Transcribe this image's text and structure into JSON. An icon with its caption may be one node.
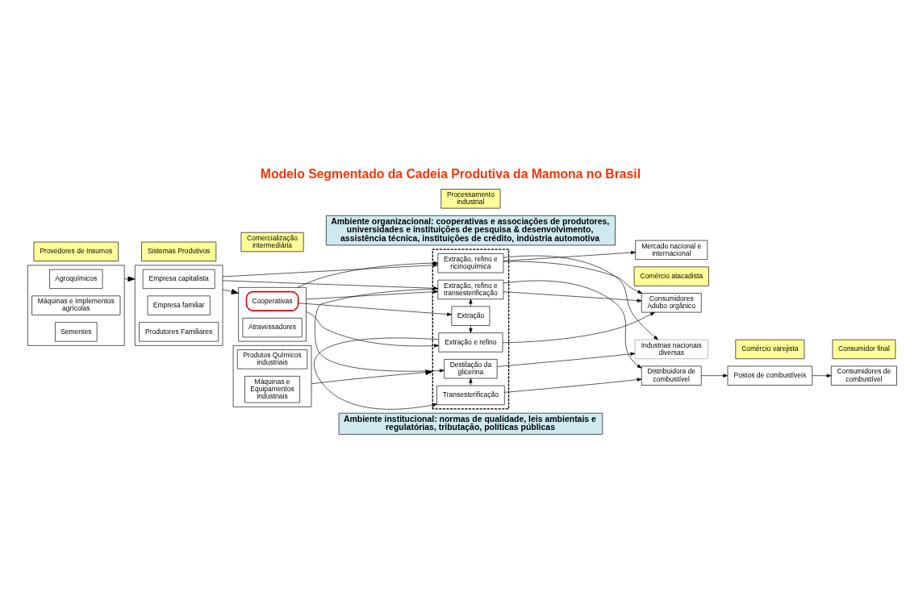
{
  "diagram": {
    "title": "Modelo Segmentado da Cadeia Produtiva da Mamona no Brasil",
    "nodes": [
      {
        "text": [
          "Ambiente organizacional: cooperativas e associações de produtores, universidades e instituições de pesquisa & desenvolvimento, assistência técnica, instituições de crédito, indústria automotiva"
        ]
      },
      {
        "text": [
          "Provedores de Insumos"
        ]
      },
      {
        "text": [
          "Sistemas Produtivos"
        ]
      },
      {
        "text": [
          "Comercialização intermediária"
        ]
      },
      {
        "text": [
          "Processamento industrial"
        ]
      },
      {
        "text": [
          "Comércio atacadista"
        ]
      },
      {
        "text": [
          "Comércio varejista"
        ]
      },
      {
        "text": [
          "Consumidor final"
        ]
      },
      {
        "text": [],
        "shape": "box"
      },
      {
        "text": [
          "Sementes"
        ],
        "in": 8
      },
      {
        "text": [
          "Máquinas e Implementos agrícolas"
        ],
        "in": 8
      },
      {
        "text": [
          "Agroquímicos"
        ],
        "in": 8
      },
      {
        "text": [],
        "shape": "box"
      },
      {
        "text": [
          "Produtores Familiares"
        ],
        "in": 12
      },
      {
        "text": [
          "Empresa familiar"
        ],
        "in": 12
      },
      {
        "text": [
          "Empresa capitalista"
        ],
        "in": 12
      },
      {
        "text": [],
        "shape": "box"
      },
      {
        "text": [
          "Atravessadores"
        ],
        "in": 16
      },
      {
        "text": [
          "Cooperativas"
        ],
        "in": 16
      },
      {
        "text": [],
        "shape": "box"
      },
      {
        "text": [
          "Extração, refino e ricinoquímica"
        ],
        "in": 19
      },
      {
        "text": [
          "Extração e refino"
        ],
        "in": 19
      },
      {
        "text": [
          "Extração"
        ],
        "in": 19
      },
      {
        "text": [
          "Transesterificação"
        ],
        "in": 19
      },
      {
        "text": [
          "Extração, refino e transesterificação"
        ],
        "in": 19
      },
      {
        "text": [
          "Destilação da glicerina"
        ],
        "in": 19
      },
      {
        "text": [
          "Mercado nacional e internacional"
        ]
      },
      {
        "text": [
          "Industrias nacionais diversas"
        ]
      },
      {
        "text": [
          "Consumidores",
          "Adubo orgânico"
        ]
      },
      {
        "text": [
          "Distribuidora de combustível"
        ]
      },
      {
        "text": [
          "Postos de combustíveis"
        ]
      },
      {
        "text": [
          "Consumidores de combustível"
        ]
      },
      {
        "text": [],
        "shape": "box"
      },
      {
        "text": [
          "Produtos Químicos industriais"
        ],
        "in": 32
      },
      {
        "text": [
          "Máquinas e Equipamentos industriais"
        ],
        "in": 32
      },
      {
        "text": [
          "Ambiente institucional: normas de qualidade, leis ambientais e regulatórias, tributação, políticas públicas"
        ]
      }
    ],
    "edges": [
      {
        "from": 8,
        "to": 12,
        "arrow": "to"
      },
      {
        "from": 12,
        "to": 20,
        "arrow": "to"
      },
      {
        "from": 12,
        "to": 16,
        "arrow": "to"
      },
      {
        "from": 16,
        "to": 20,
        "arrow": "to"
      },
      {
        "from": 16,
        "to": 21,
        "arrow": "to"
      },
      {
        "from": 18,
        "to": 22,
        "arrow": "to"
      },
      {
        "from": 16,
        "to": 24,
        "arrow": "to"
      },
      {
        "from": 12,
        "to": 24,
        "arrow": "to"
      },
      {
        "from": 22,
        "to": 21,
        "arrow": "to"
      },
      {
        "from": 21,
        "to": 23,
        "arrow": "to"
      },
      {
        "from": 23,
        "to": 25,
        "arrow": "to"
      },
      {
        "from": 22,
        "to": 24,
        "arrow": "to"
      },
      {
        "from": 24,
        "to": 25,
        "arrow": "to"
      },
      {
        "from": 25,
        "to": 27,
        "arrow": "to"
      },
      {
        "from": 20,
        "to": 26,
        "arrow": "to"
      },
      {
        "from": 20,
        "to": 27,
        "arrow": "to"
      },
      {
        "from": 20,
        "to": 28,
        "arrow": "to"
      },
      {
        "from": 21,
        "to": 28,
        "arrow": "to"
      },
      {
        "from": 24,
        "to": 28,
        "arrow": "to"
      },
      {
        "from": 23,
        "to": 29,
        "arrow": "to"
      },
      {
        "from": 24,
        "to": 29,
        "arrow": "to"
      },
      {
        "from": 29,
        "to": 30,
        "arrow": "to"
      },
      {
        "from": 30,
        "to": 31,
        "arrow": "to"
      },
      {
        "from": 32,
        "to": 19,
        "arrow": "to"
      }
    ]
  }
}
